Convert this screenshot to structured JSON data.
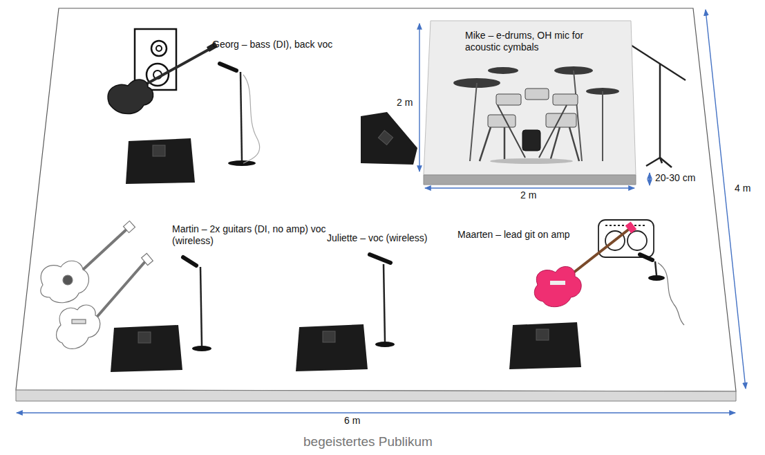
{
  "diagram": {
    "nodes": [
      {
        "text": [
          "Mike – e-drums, OH mic for acoustic cymbals"
        ]
      }
    ],
    "labels": [
      "Georg – bass (DI), back voc",
      "Martin – 2x guitars (DI, no amp) voc (wireless)",
      "Juliette – voc (wireless)",
      "Maarten – lead git on amp",
      "2 m",
      "2 m",
      "20-30 cm",
      "4 m",
      "6 m",
      "begeistertes Publikum"
    ]
  }
}
